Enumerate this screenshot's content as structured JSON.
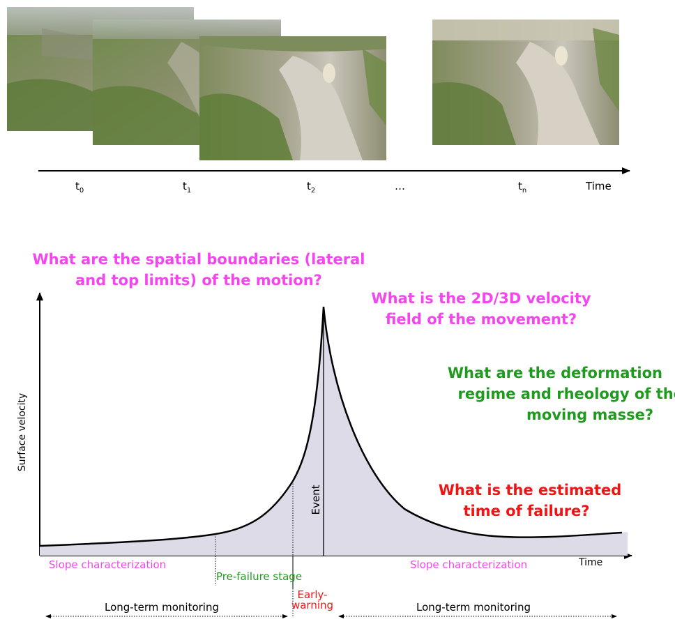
{
  "timeline": {
    "ticks": [
      {
        "base": "t",
        "sub": "0"
      },
      {
        "base": "t",
        "sub": "1"
      },
      {
        "base": "t",
        "sub": "2"
      },
      {
        "base": "…",
        "sub": ""
      },
      {
        "base": "t",
        "sub": "n"
      }
    ],
    "axis_label": "Time"
  },
  "questions": {
    "spatial": [
      "What are the spatial boundaries (lateral",
      "and top limits) of the motion?"
    ],
    "velocity": [
      "What is the 2D/3D velocity",
      "field of the movement?"
    ],
    "deformation": [
      "What are the deformation",
      "regime and rheology of the",
      "moving masse?"
    ],
    "failure": [
      "What is the estimated",
      "time of failure?"
    ]
  },
  "curve": {
    "y_axis_label": "Surface velocity",
    "x_axis_label": "Time",
    "event_label": "Event",
    "phases": {
      "slope_left": "Slope characterization",
      "slope_right": "Slope characterization",
      "pre_failure": "Pre-failure stage",
      "early_warning": [
        "Early-",
        "warning"
      ]
    },
    "monitoring_left": "Long-term monitoring",
    "monitoring_right": "Long-term monitoring"
  },
  "colors": {
    "magenta": "#f545ee",
    "green": "#1f9a1f",
    "red": "#f21414",
    "fill": "#dcdbe7",
    "axis": "#000000"
  }
}
